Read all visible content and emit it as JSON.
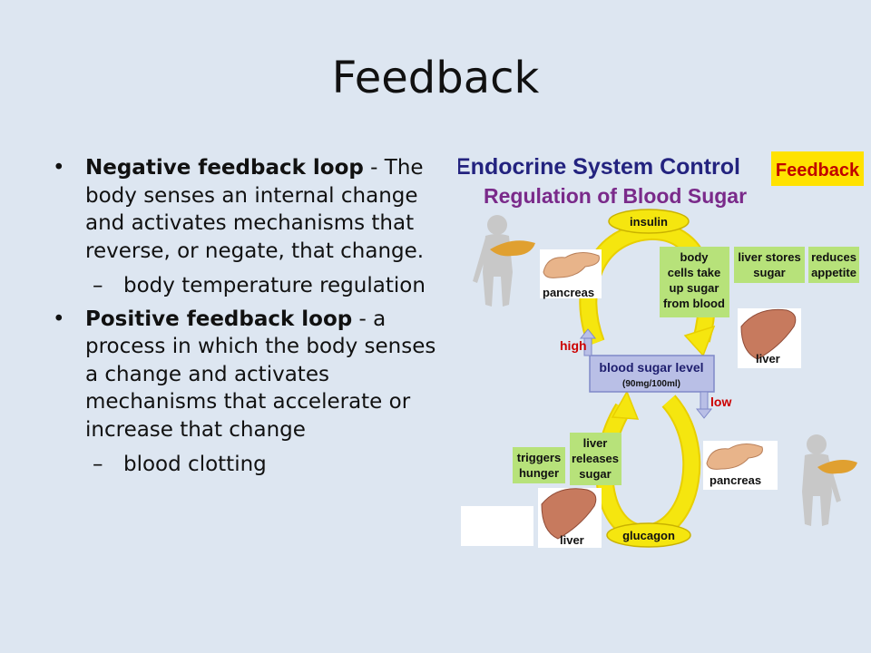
{
  "title": "Feedback",
  "bullets": [
    {
      "term": "Negative feedback loop",
      "text": " - The body senses an internal change and activates mechanisms that reverse, or negate, that change.",
      "sub": "body temperature regulation"
    },
    {
      "term": "Positive feedback loop",
      "text": " - a process in which the body senses a change and activates mechanisms that accelerate or increase that change",
      "sub": "blood clotting"
    }
  ],
  "diagram": {
    "title_line1": "Endocrine System Control",
    "title_line2": "Regulation of Blood Sugar",
    "badge": "Feedback",
    "insulin": "insulin",
    "glucagon": "glucagon",
    "center_main": "blood sugar level",
    "center_sub": "(90mg/100ml)",
    "high": "high",
    "low": "low",
    "pancreas_top": "pancreas",
    "pancreas_bottom": "pancreas",
    "liver_top": "liver",
    "liver_bottom": "liver",
    "box_body_cells": [
      "body",
      "cells take",
      "up sugar",
      "from blood"
    ],
    "box_liver_stores": [
      "liver stores",
      "sugar"
    ],
    "box_reduces": [
      "reduces",
      "appetite"
    ],
    "box_triggers": [
      "triggers",
      "hunger"
    ],
    "box_liver_releases": [
      "liver",
      "releases",
      "sugar"
    ],
    "colors": {
      "background": "#dde6f1",
      "arrow_yellow": "#f5e60f",
      "box_green": "#b7e27a",
      "center_box": "#b9bfe6",
      "badge_fill": "#ffe200",
      "title_navy": "#23237f",
      "title_purple": "#7a2a8a",
      "alert_red": "#cc0000"
    }
  }
}
